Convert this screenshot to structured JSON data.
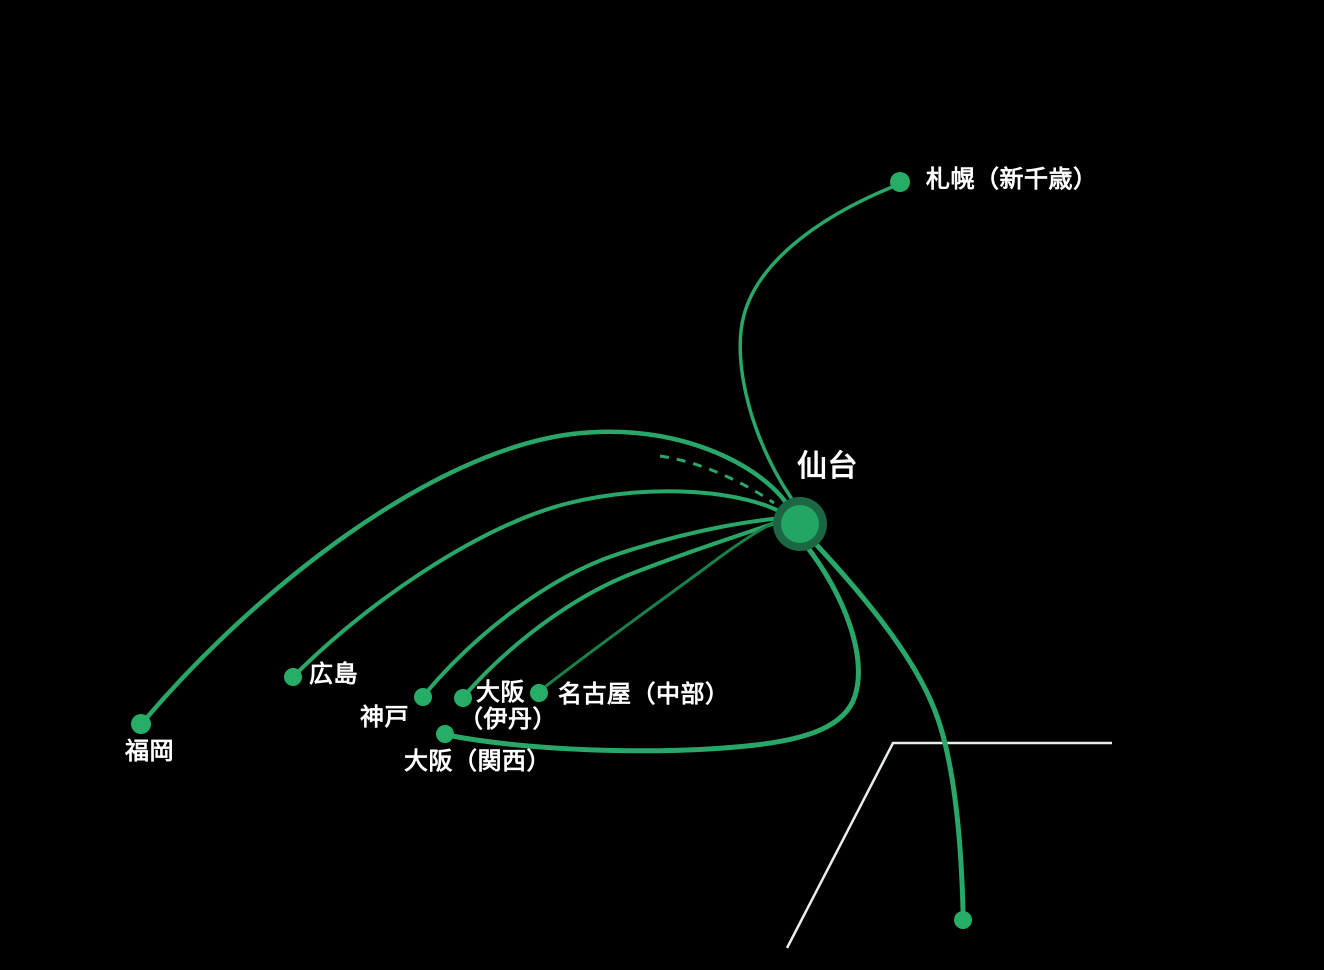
{
  "colors": {
    "background": "#000000",
    "route": "#28a768",
    "route_dark": "#18814a",
    "dot": "#27ae66",
    "hub_inner": "#21a663",
    "hub_ring": "#1c6743",
    "inset_line": "#e9edf0",
    "label": "#ffffff"
  },
  "hub": {
    "label": "仙台"
  },
  "destinations": [
    {
      "id": "sapporo-new-chitose",
      "label": "札幌（新千歳）"
    },
    {
      "id": "fukuoka",
      "label": "福岡"
    },
    {
      "id": "hiroshima",
      "label": "広島"
    },
    {
      "id": "kobe",
      "label": "神戸"
    },
    {
      "id": "osaka-itami",
      "label_line1": "大阪",
      "label_line2": "（伊丹）"
    },
    {
      "id": "nagoya-chubu",
      "label": "名古屋（中部）"
    },
    {
      "id": "osaka-kansai",
      "label": "大阪（関西）"
    },
    {
      "id": "bottom-right-unlabeled",
      "label": ""
    }
  ]
}
